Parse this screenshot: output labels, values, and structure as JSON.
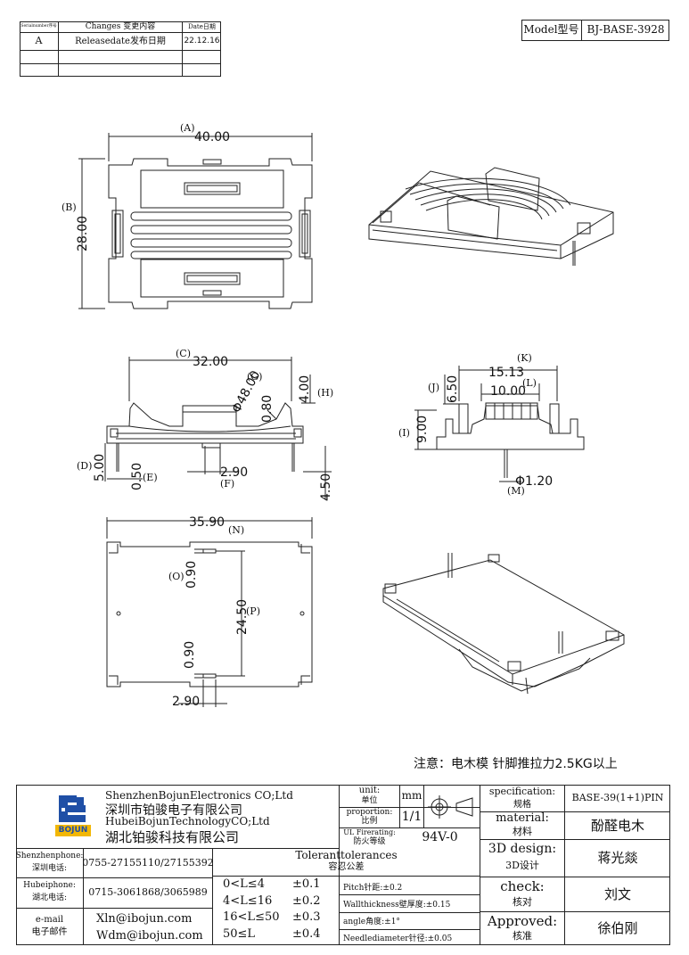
{
  "revision": {
    "headers": [
      "Serialnumber序号",
      "Changes 变更内容",
      "Date日期"
    ],
    "rows": [
      [
        "A",
        "Releasedate发布日期",
        "22.12.16"
      ]
    ]
  },
  "model": {
    "label": "Model型号",
    "value": "BJ-BASE-3928"
  },
  "dims": {
    "A": "(A)",
    "A_val": "40.00",
    "B": "(B)",
    "B_val": "28.00",
    "C": "(C)",
    "C_val": "32.00",
    "G_val": "Φ48.00",
    "G": "(G)",
    "H": "(H)",
    "H_val": "4.00",
    "D": "(D)",
    "D_val": "5.00",
    "E_val": "0.50",
    "E": "(E)",
    "F_val": "2.90",
    "F": "(F)",
    "e080": "0.80",
    "e450": "4.50",
    "K": "(K)",
    "K_val": "15.13",
    "J": "(J)",
    "J_val": "6.50",
    "L": "(L)",
    "L_val": "10.00",
    "I": "(I)",
    "I_val": "9.00",
    "M": "(M)",
    "M_val": "Φ1.20",
    "N_val": "35.90",
    "N": "(N)",
    "O": "(O)",
    "O_val": "0.90",
    "P_val": "24.50",
    "P": "(P)",
    "bot_090": "0.90",
    "bot_290": "2.90"
  },
  "note": "注意：电木模 针脚推拉力2.5KG以上",
  "company": {
    "logo": "BOJUN",
    "en1": "ShenzhenBojunElectronics CO;Ltd",
    "cn1": "深圳市铂骏电子有限公司",
    "en2": "HubeiBojunTechnologyCO;Ltd",
    "cn2": "湖北铂骏科技有限公司"
  },
  "unit": {
    "label": "unit:",
    "label_cn": "单位",
    "value": "mm"
  },
  "proportion": {
    "label": "proportion:",
    "label_cn": "比例",
    "value": "1/1"
  },
  "fire": {
    "label": "UL Firerating:",
    "label_cn": "防火等级",
    "value": "94V-0"
  },
  "spec": {
    "label": "specification:",
    "label_cn": "规格",
    "value": "BASE-39(1+1)PIN"
  },
  "material": {
    "label": "material:",
    "label_cn": "材料",
    "value": "酚醛电木"
  },
  "design": {
    "label": "3D design:",
    "label_cn": "3D设计",
    "value": "蒋光燚"
  },
  "check": {
    "label": "check:",
    "label_cn": "核对",
    "value": "刘文"
  },
  "approved": {
    "label": "Approved:",
    "label_cn": "核准",
    "value": "徐伯刚"
  },
  "contacts": {
    "sz_label": "Shenzhenphone:",
    "sz_label_cn": "深圳电话:",
    "sz_value": "0755-27155110/27155392",
    "hb_label": "Hubeiphone:",
    "hb_label_cn": "湖北电话:",
    "hb_value": "0715-3061868/3065989",
    "mail_label": "e-mail",
    "mail_label_cn": "电子邮件",
    "mail1": "Xln@ibojun.com",
    "mail2": "Wdm@ibojun.com"
  },
  "tolerances": {
    "title": "Toleranttolerances",
    "title_cn": "容忍公差",
    "ranges": [
      [
        "0<L≤4",
        "±0.1"
      ],
      [
        "4<L≤16",
        "±0.2"
      ],
      [
        "16<L≤50",
        "±0.3"
      ],
      [
        "50≤L",
        "±0.4"
      ]
    ],
    "notes": [
      "Pitch针距:±0.2",
      "Wallthickness壁厚度:±0.15",
      "angle角度:±1°",
      "Needlediameter针径:±0.05"
    ]
  }
}
